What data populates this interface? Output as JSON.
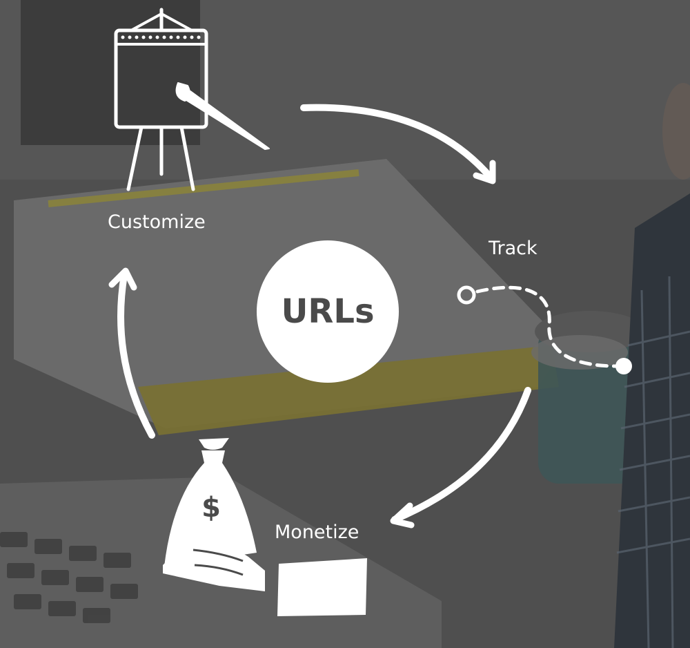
{
  "diagram": {
    "center": {
      "label": "URLs"
    },
    "steps": [
      {
        "label": "Customize",
        "icon": "easel-paintbrush-icon"
      },
      {
        "label": "Track",
        "icon": "dashed-path-icon"
      },
      {
        "label": "Monetize",
        "icon": "money-bag-icon"
      }
    ],
    "money_symbol": "$"
  },
  "colors": {
    "foreground": "#ffffff",
    "overlay": "#4a4a4a"
  }
}
